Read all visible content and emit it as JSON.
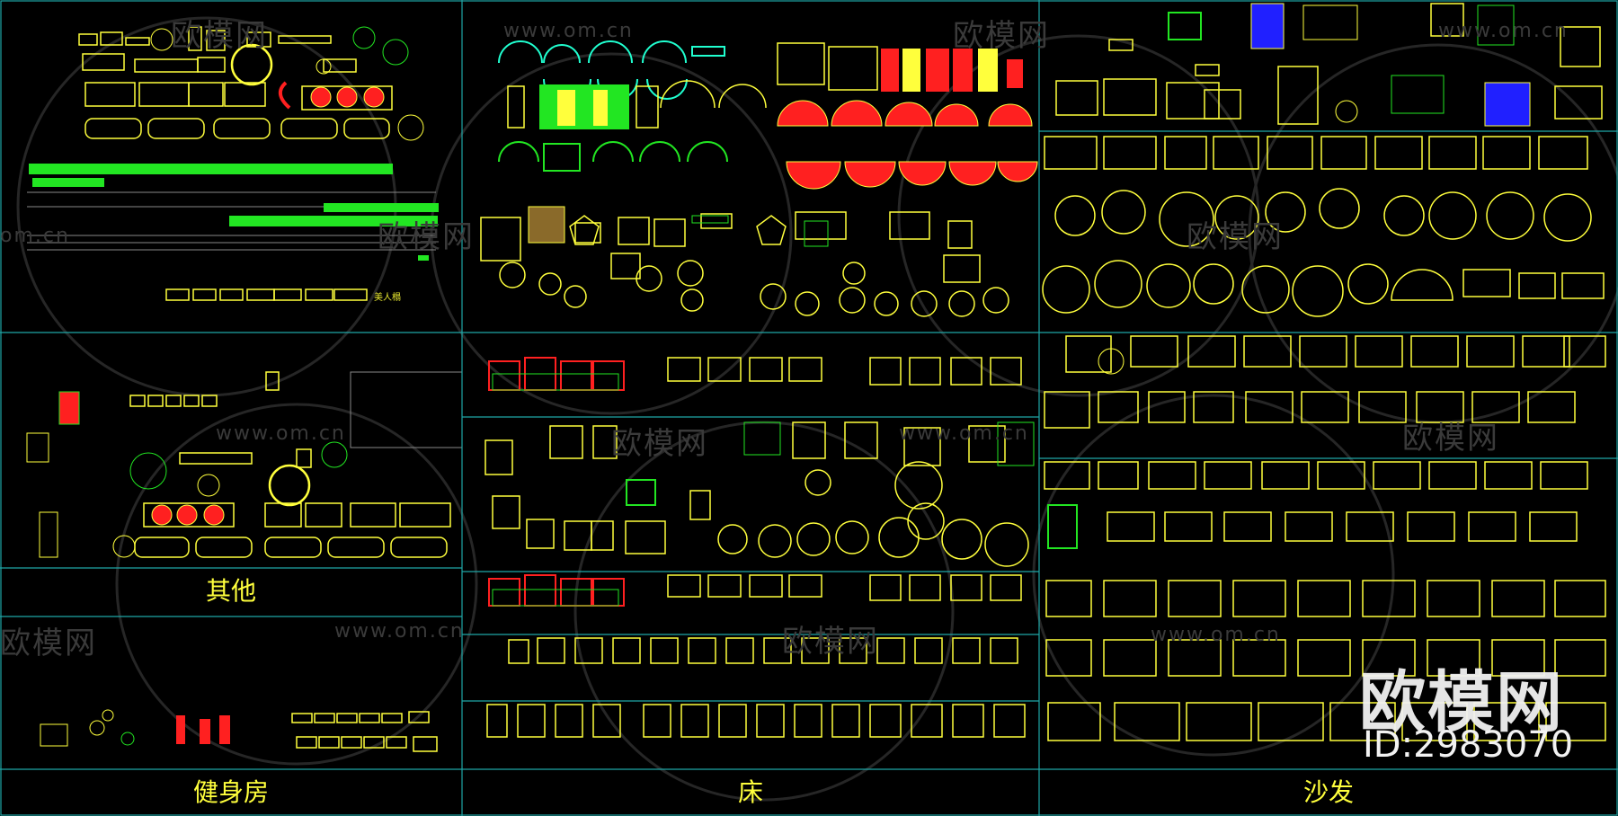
{
  "section_labels": {
    "qita": "其他",
    "jianshenfang": "健身房",
    "chuang": "床",
    "shafa": "沙发"
  },
  "small_text": {
    "meirenkao": "美人榻"
  },
  "watermark": {
    "brand": "欧模网",
    "url": "www.om.cn",
    "url_short": "om.cn",
    "id": "ID:2983070"
  },
  "colors": {
    "background": "#000000",
    "grid": "#1fa6a6",
    "yellow": "#ffff3c",
    "green": "#22e622",
    "red": "#ff2020",
    "cyan": "#20ffd0",
    "blue": "#2020ff",
    "white": "#f2f2f2"
  },
  "icons": [
    "cad-sofa-block",
    "cad-bed-block",
    "cad-stair-block",
    "cad-car-block",
    "cad-plant-block",
    "cad-umbrella-block",
    "cad-table-block"
  ]
}
